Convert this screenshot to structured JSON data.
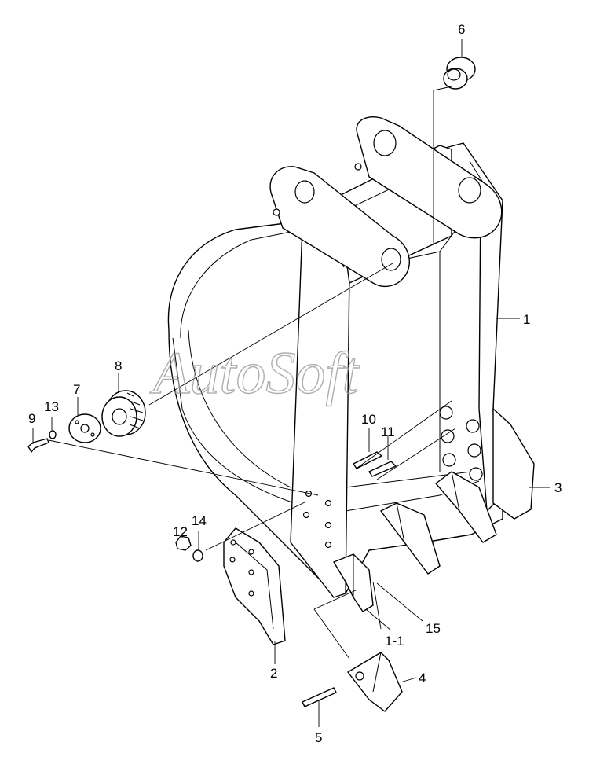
{
  "watermark": "AutoSoft",
  "callouts": [
    {
      "id": "1",
      "label": "1"
    },
    {
      "id": "1-1",
      "label": "1-1"
    },
    {
      "id": "2",
      "label": "2"
    },
    {
      "id": "3",
      "label": "3"
    },
    {
      "id": "4",
      "label": "4"
    },
    {
      "id": "5",
      "label": "5"
    },
    {
      "id": "6",
      "label": "6"
    },
    {
      "id": "7",
      "label": "7"
    },
    {
      "id": "8",
      "label": "8"
    },
    {
      "id": "9",
      "label": "9"
    },
    {
      "id": "10",
      "label": "10"
    },
    {
      "id": "11",
      "label": "11"
    },
    {
      "id": "12",
      "label": "12"
    },
    {
      "id": "13",
      "label": "13"
    },
    {
      "id": "14",
      "label": "14"
    },
    {
      "id": "15",
      "label": "15"
    }
  ]
}
